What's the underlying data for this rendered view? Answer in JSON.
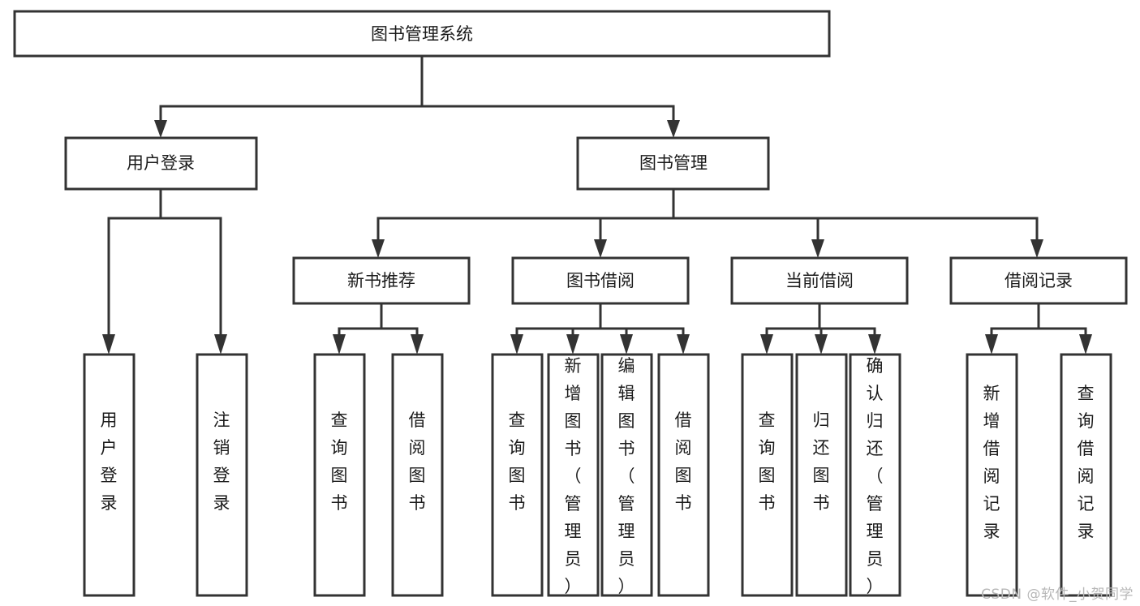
{
  "diagram": {
    "type": "tree",
    "orientation": "top-down",
    "title": "图书管理系统",
    "watermark": "CSDN @软件_小贺同学",
    "colors": {
      "box_fill": "#ffffff",
      "box_stroke": "#333333",
      "text": "#1b1b1b",
      "background": "#ffffff",
      "watermark": "#b7b7b7"
    },
    "nodes": {
      "root": {
        "label": "图书管理系统"
      },
      "level2": [
        {
          "id": "user-login",
          "label": "用户登录"
        },
        {
          "id": "book-manage",
          "label": "图书管理"
        }
      ],
      "level3": [
        {
          "id": "new-book-recommend",
          "label": "新书推荐"
        },
        {
          "id": "book-borrow",
          "label": "图书借阅"
        },
        {
          "id": "current-borrow",
          "label": "当前借阅"
        },
        {
          "id": "borrow-record",
          "label": "借阅记录"
        }
      ],
      "leaves": {
        "user-login": [
          {
            "id": "leaf-user-login",
            "label": "用户登录"
          },
          {
            "id": "leaf-logout-login",
            "label": "注销登录"
          }
        ],
        "new-book-recommend": [
          {
            "id": "leaf-query-book-1",
            "label": "查询图书"
          },
          {
            "id": "leaf-borrow-book-1",
            "label": "借阅图书"
          }
        ],
        "book-borrow": [
          {
            "id": "leaf-query-book-2",
            "label": "查询图书"
          },
          {
            "id": "leaf-add-book-admin",
            "label": "新增图书（管理员）"
          },
          {
            "id": "leaf-edit-book-admin",
            "label": "编辑图书（管理员）"
          },
          {
            "id": "leaf-borrow-book-2",
            "label": "借阅图书"
          }
        ],
        "current-borrow": [
          {
            "id": "leaf-query-book-3",
            "label": "查询图书"
          },
          {
            "id": "leaf-return-book",
            "label": "归还图书"
          },
          {
            "id": "leaf-confirm-return-admin",
            "label": "确认归还（管理员）"
          }
        ],
        "borrow-record": [
          {
            "id": "leaf-add-borrow-record",
            "label": "新增借阅记录"
          },
          {
            "id": "leaf-query-borrow-record",
            "label": "查询借阅记录"
          }
        ]
      }
    }
  }
}
